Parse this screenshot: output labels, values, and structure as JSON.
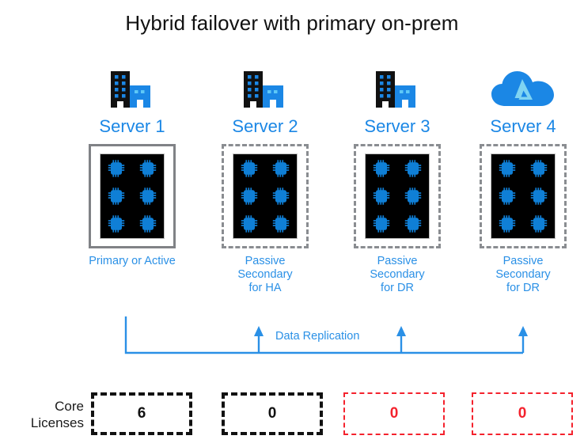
{
  "title": "Hybrid failover with primary on-prem",
  "colors": {
    "accent_blue": "#1b87e5",
    "caption_blue": "#2a90e6",
    "chip_blue": "#0f7fd6",
    "border_gray": "#808286",
    "license_red": "#f4222d",
    "license_black": "#111111",
    "box_black": "#000000"
  },
  "servers": [
    {
      "name": "Server 1",
      "icon": "building-icon",
      "border_style": "solid",
      "cores": 6,
      "caption": [
        "Primary or Active"
      ]
    },
    {
      "name": "Server 2",
      "icon": "building-icon",
      "border_style": "dashed",
      "cores": 6,
      "caption": [
        "Passive",
        "Secondary",
        "for HA"
      ]
    },
    {
      "name": "Server 3",
      "icon": "building-icon",
      "border_style": "dashed",
      "cores": 6,
      "caption": [
        "Passive",
        "Secondary",
        "for DR"
      ]
    },
    {
      "name": "Server 4",
      "icon": "azure-cloud-icon",
      "border_style": "dashed",
      "cores": 6,
      "caption": [
        "Passive",
        "Secondary",
        "for DR"
      ]
    }
  ],
  "replication": {
    "label": "Data Replication"
  },
  "core_licenses": {
    "label_lines": [
      "Core",
      "Licenses"
    ],
    "values": [
      {
        "value": "6",
        "style": "black"
      },
      {
        "value": "0",
        "style": "black"
      },
      {
        "value": "0",
        "style": "red"
      },
      {
        "value": "0",
        "style": "red"
      }
    ]
  }
}
